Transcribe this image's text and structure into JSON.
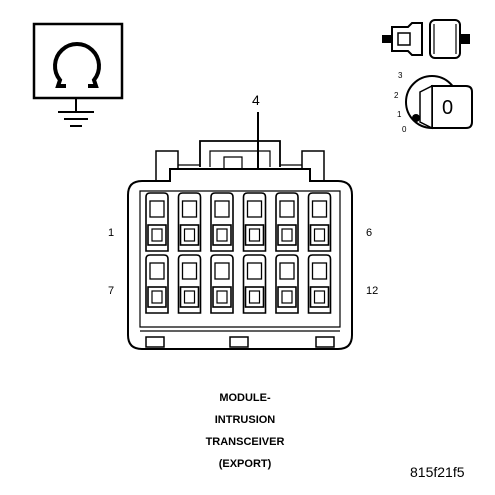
{
  "meter_symbol": {
    "icon": "ohm-ground-icon",
    "stroke_color": "#000000"
  },
  "key_icon": {
    "icon": "ignition-key-icon"
  },
  "ignition_switch": {
    "icon": "ignition-switch-icon",
    "positions": [
      "3",
      "2",
      "1",
      "0"
    ],
    "current_position": "0"
  },
  "pointer_label": "4",
  "connector": {
    "icon": "connector-face-icon",
    "pin_rows": [
      {
        "pins": 6,
        "left_label": "1",
        "right_label": "6"
      },
      {
        "pins": 6,
        "left_label": "7",
        "right_label": "12"
      }
    ],
    "pointed_pin": 4
  },
  "title_lines": [
    "MODULE-",
    "INTRUSION",
    "TRANSCEIVER",
    "(EXPORT)"
  ],
  "figure_code": "815f21f5"
}
